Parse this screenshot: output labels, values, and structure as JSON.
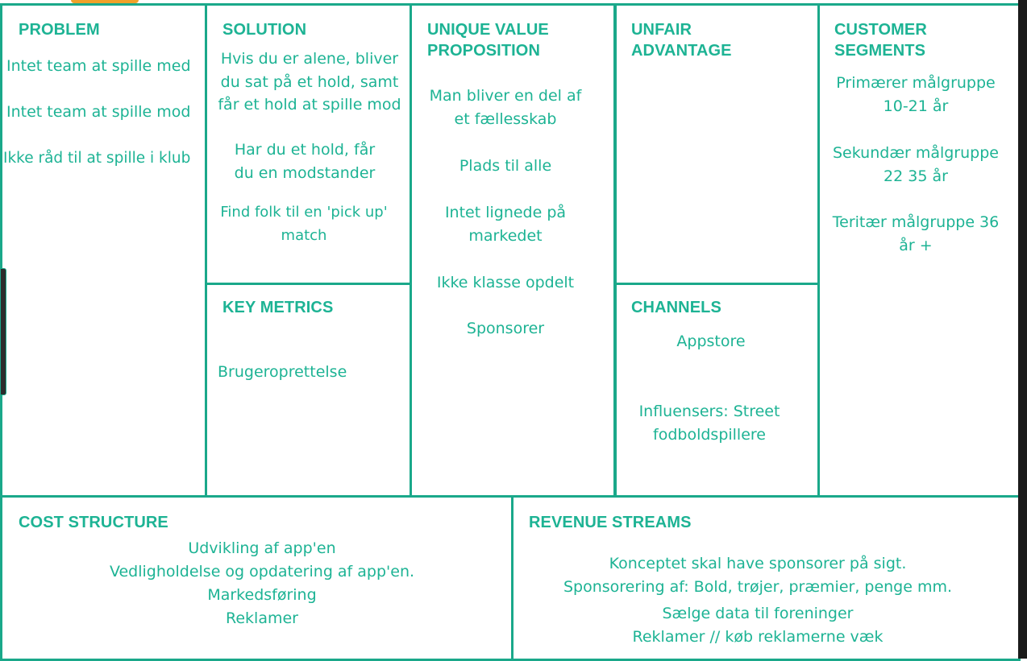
{
  "problem": {
    "title": "PROBLEM",
    "items": [
      "Intet team at spille med",
      "Intet team at spille mod",
      "Ikke råd til at spille i klub"
    ]
  },
  "solution": {
    "title": "SOLUTION",
    "items": [
      "Hvis du er alene, bliver du sat på et hold, samt får et hold at spille mod",
      "Har du et hold, får du en modstander",
      "Find folk til en 'pick up' match"
    ]
  },
  "uvp": {
    "title": "UNIQUE VALUE PROPOSITION",
    "items": [
      "Man bliver en del af et fællesskab",
      "Plads til alle",
      "Intet lignede på markedet",
      "Ikke klasse opdelt",
      "Sponsorer"
    ]
  },
  "unfair_advantage": {
    "title": "UNFAIR ADVANTAGE",
    "items": []
  },
  "customer_segments": {
    "title": "CUSTOMER SEGMENTS",
    "items": [
      "Primærer målgruppe 10-21 år",
      "Sekundær målgruppe 22 35 år",
      "Teritær målgruppe 36 år +"
    ]
  },
  "key_metrics": {
    "title": "KEY METRICS",
    "items": [
      "Brugeroprettelse"
    ]
  },
  "channels": {
    "title": "CHANNELS",
    "items": [
      "Appstore",
      "Influensers: Street fodboldspillere"
    ]
  },
  "cost_structure": {
    "title": "COST STRUCTURE",
    "items": [
      "Udvikling af app'en",
      "Vedligholdelse og opdatering af app'en.",
      "Markedsføring",
      "Reklamer"
    ]
  },
  "revenue_streams": {
    "title": "REVENUE STREAMS",
    "items": [
      "Konceptet skal have sponsorer på sigt.",
      "Sponsorering af: Bold, trøjer, præmier, penge mm.",
      "Sælge data til foreninger",
      "Reklamer // køb reklamerne væk"
    ]
  },
  "colors": {
    "accent": "#1db394",
    "border": "#1aa88a",
    "tab": "#f0a12a"
  }
}
